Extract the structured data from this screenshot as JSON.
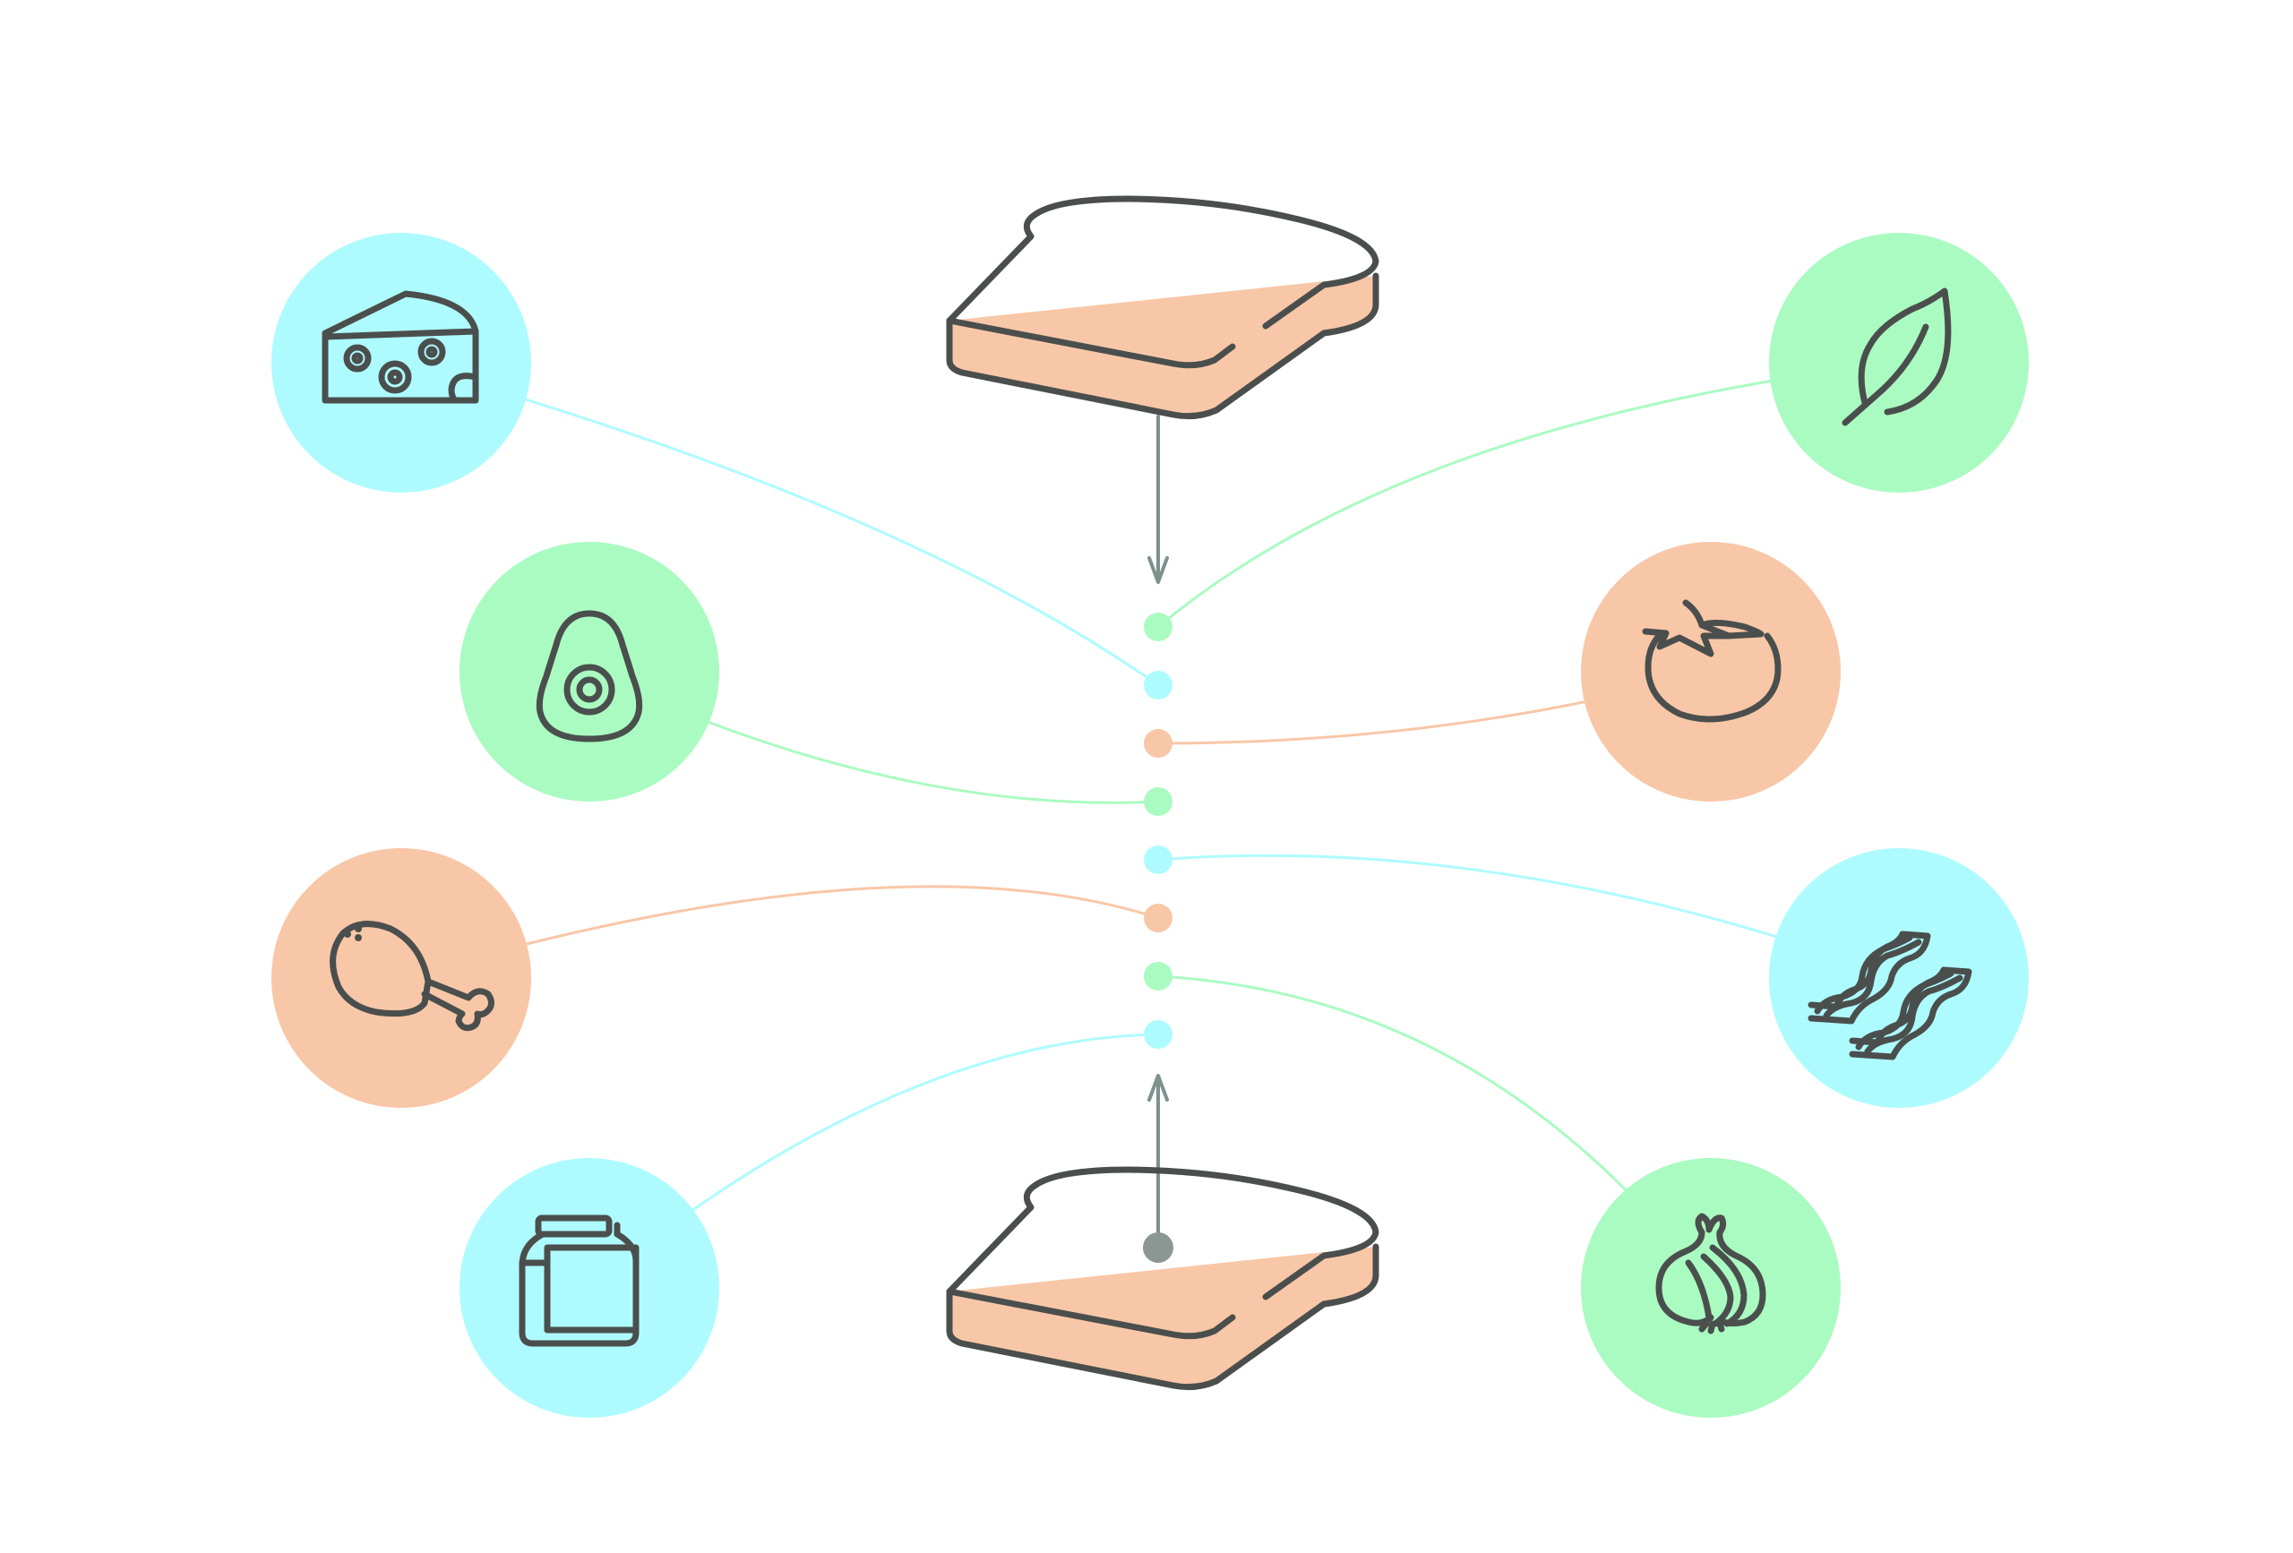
{
  "colors": {
    "cyan": "#aefbff",
    "green": "#aafbc1",
    "peach": "#f8c7a7",
    "outline": "#4a4f4d",
    "arrow": "#7d918d",
    "stack_end": "#8a9793",
    "bread_crust": "#f8c7a7",
    "background": "#ffffff"
  },
  "bread": {
    "top": {
      "icon": "bread-slice-icon"
    },
    "bottom": {
      "icon": "bread-slice-icon"
    }
  },
  "ingredients": [
    {
      "id": "cheese",
      "icon": "cheese-icon",
      "color": "cyan",
      "side": "left",
      "stack_level": 2
    },
    {
      "id": "avocado",
      "icon": "avocado-icon",
      "color": "green",
      "side": "left",
      "stack_level": 4
    },
    {
      "id": "chicken",
      "icon": "chicken-leg-icon",
      "color": "peach",
      "side": "left",
      "stack_level": 6
    },
    {
      "id": "jar",
      "icon": "jar-icon",
      "color": "cyan",
      "side": "left",
      "stack_level": 8
    },
    {
      "id": "basil",
      "icon": "leaf-icon",
      "color": "green",
      "side": "right",
      "stack_level": 1
    },
    {
      "id": "tomato",
      "icon": "tomato-icon",
      "color": "peach",
      "side": "right",
      "stack_level": 3
    },
    {
      "id": "bacon",
      "icon": "bacon-icon",
      "color": "cyan",
      "side": "right",
      "stack_level": 5
    },
    {
      "id": "onion",
      "icon": "onion-icon",
      "color": "green",
      "side": "right",
      "stack_level": 7
    }
  ],
  "stack": {
    "dot_colors": [
      "green",
      "cyan",
      "peach",
      "green",
      "cyan",
      "peach",
      "green",
      "cyan"
    ],
    "arrows": [
      "down-arrow-icon",
      "up-arrow-icon"
    ]
  }
}
